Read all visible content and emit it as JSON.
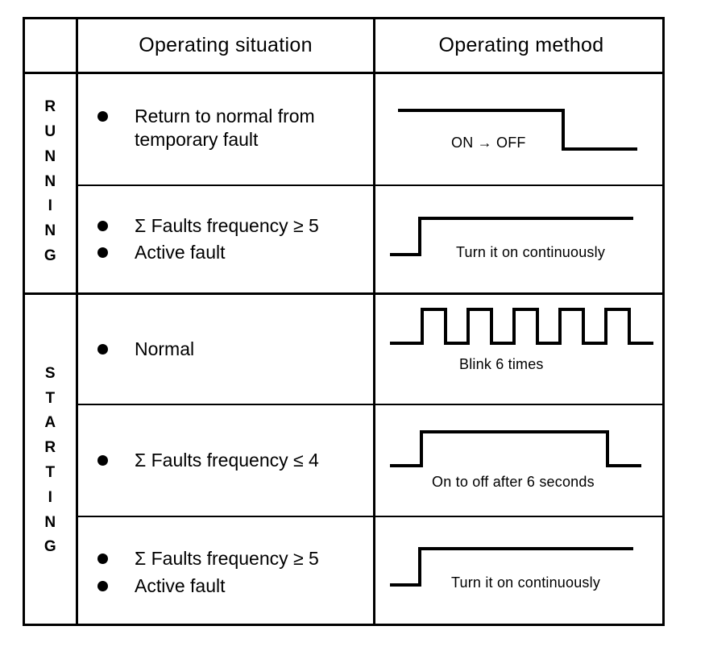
{
  "header": {
    "col_state": "",
    "col_situation": "Operating situation",
    "col_method": "Operating method"
  },
  "states": {
    "running": "RUNNING",
    "starting": "STARTING"
  },
  "rows": [
    {
      "state": "RUNNING",
      "situation": [
        "Return to normal from temporary fault"
      ],
      "method_caption": "ON → OFF",
      "waveform": "high-then-low"
    },
    {
      "state": "RUNNING",
      "situation": [
        "Σ Faults frequency ≥ 5",
        "Active fault"
      ],
      "method_caption": "Turn it on continuously",
      "waveform": "low-then-high"
    },
    {
      "state": "STARTING",
      "situation": [
        "Normal"
      ],
      "method_caption": "Blink 6 times",
      "waveform": "pulse-train-6"
    },
    {
      "state": "STARTING",
      "situation": [
        "Σ Faults frequency ≤ 4"
      ],
      "method_caption": "On to off after 6 seconds",
      "waveform": "single-wide-pulse"
    },
    {
      "state": "STARTING",
      "situation": [
        "Σ Faults frequency ≥ 5",
        "Active fault"
      ],
      "method_caption": "Turn it on continuously",
      "waveform": "low-then-high"
    }
  ],
  "colors": {
    "ink": "#000000",
    "paper": "#ffffff"
  }
}
